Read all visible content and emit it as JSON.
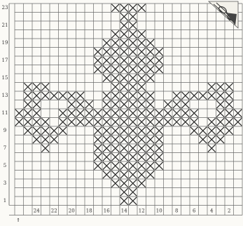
{
  "pattern": {
    "rows": 23,
    "cols": 26,
    "filled": [
      [
        0,
        [
          11,
          14
        ]
      ],
      [
        1,
        [
          12,
          13
        ]
      ],
      [
        2,
        [
          12,
          13
        ]
      ],
      [
        3,
        [
          11,
          14
        ]
      ],
      [
        4,
        [
          10,
          15
        ]
      ],
      [
        5,
        [
          9,
          16
        ]
      ],
      [
        6,
        [
          9,
          16
        ]
      ],
      [
        7,
        [
          9,
          16
        ]
      ],
      [
        8,
        [
          10,
          15
        ]
      ],
      [
        9,
        [
          1,
          3
        ],
        [
          11,
          14
        ],
        [
          22,
          24
        ]
      ],
      [
        10,
        [
          1,
          7
        ],
        [
          10,
          15
        ],
        [
          18,
          24
        ]
      ],
      [
        11,
        [
          1,
          2
        ],
        [
          6,
          8
        ],
        [
          10,
          15
        ],
        [
          17,
          19
        ],
        [
          23,
          24
        ]
      ],
      [
        12,
        [
          0,
          2
        ],
        [
          5,
          20
        ],
        [
          23,
          25
        ]
      ],
      [
        13,
        [
          0,
          3
        ],
        [
          5,
          20
        ],
        [
          22,
          25
        ]
      ],
      [
        14,
        [
          1,
          5
        ],
        [
          9,
          16
        ],
        [
          20,
          24
        ]
      ],
      [
        15,
        [
          2,
          4
        ],
        [
          9,
          16
        ],
        [
          21,
          23
        ]
      ],
      [
        16,
        [
          3,
          3
        ],
        [
          9,
          16
        ],
        [
          22,
          22
        ]
      ],
      [
        17,
        [
          9,
          16
        ]
      ],
      [
        18,
        [
          9,
          16
        ]
      ],
      [
        19,
        [
          10,
          15
        ]
      ],
      [
        20,
        [
          11,
          14
        ]
      ],
      [
        21,
        [
          12,
          13
        ]
      ],
      [
        22,
        [
          12,
          13
        ]
      ]
    ]
  },
  "left_labels": [
    "23",
    "21",
    "19",
    "17",
    "15",
    "13",
    "11",
    "9",
    "7",
    "5",
    "3",
    "1"
  ],
  "bottom_labels": [
    "24",
    "22",
    "20",
    "18",
    "16",
    "14",
    "12",
    "10",
    "8",
    "6",
    "4",
    "2"
  ],
  "bottom_arrow": "↑",
  "colors": {
    "grid": "#6a6a6a",
    "stitch": "#222222",
    "paper": "#fbfaf6"
  }
}
